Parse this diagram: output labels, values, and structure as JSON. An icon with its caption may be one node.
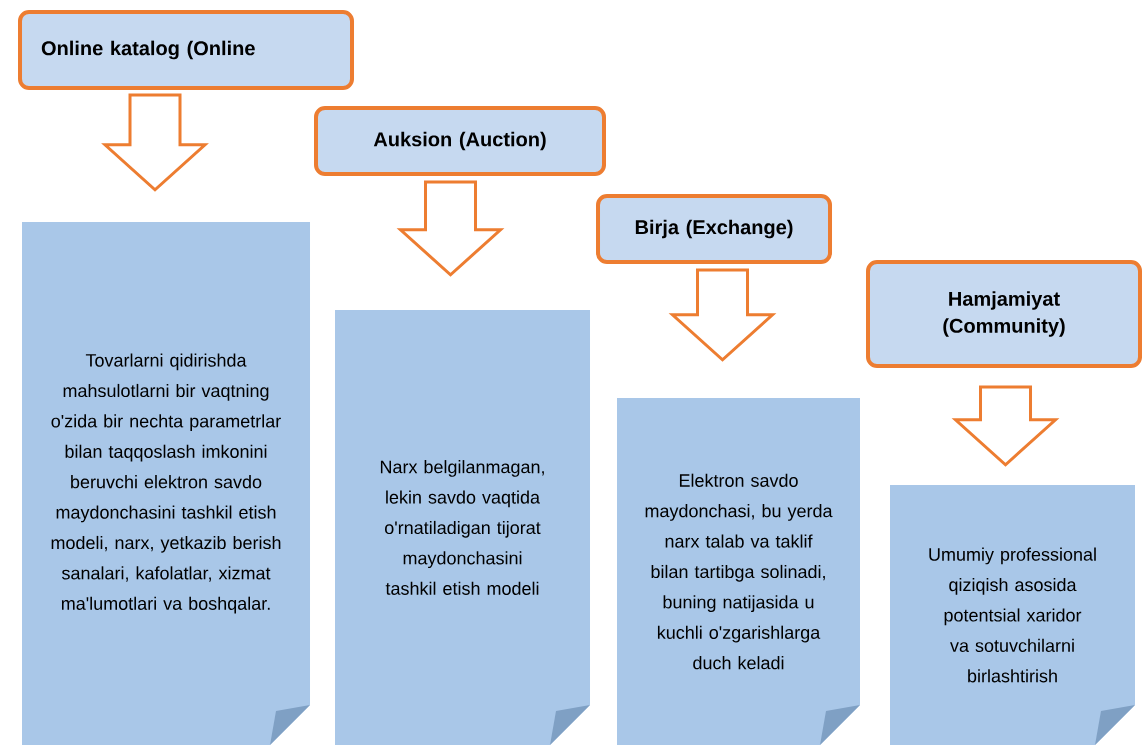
{
  "diagram": {
    "nodes": [
      {
        "text": [
          "Online katalog (Online"
        ]
      },
      {
        "text": [
          "Tovarlarni qidirishda mahsulotlarni bir vaqtning o'zida bir nechta parametrlar bilan taqqoslash imkonini beruvchi elektron savdo maydonchasini tashkil etish modeli, narx, yetkazib berish sanalari, kafolatlar, xizmat ma'lumotlari va boshqalar."
        ]
      },
      {
        "text": [
          "Auksion (Auction)"
        ]
      },
      {
        "text": [
          "Narx belgilanmagan, lekin savdo vaqtida o'rnatiladigan tijorat maydonchasini tashkil etish modeli"
        ]
      },
      {
        "text": [
          "Birja (Exchange)"
        ]
      },
      {
        "text": [
          "Elektron savdo maydonchasi, bu yerda narx talab va taklif bilan tartibga solinadi, buning natijasida u kuchli o'zgarishlarga duch keladi"
        ]
      },
      {
        "text": [
          "Hamjamiyat (Community)"
        ]
      },
      {
        "text": [
          "Umumiy professional qiziqish asosida potentsial xaridor va sotuvchilarni birlashtirish"
        ]
      }
    ],
    "edges": [
      {
        "from": 0,
        "to": 1,
        "arrow": "to"
      },
      {
        "from": 2,
        "to": 3,
        "arrow": "to"
      },
      {
        "from": 4,
        "to": 5,
        "arrow": "to"
      },
      {
        "from": 6,
        "to": 7,
        "arrow": "to"
      }
    ]
  }
}
